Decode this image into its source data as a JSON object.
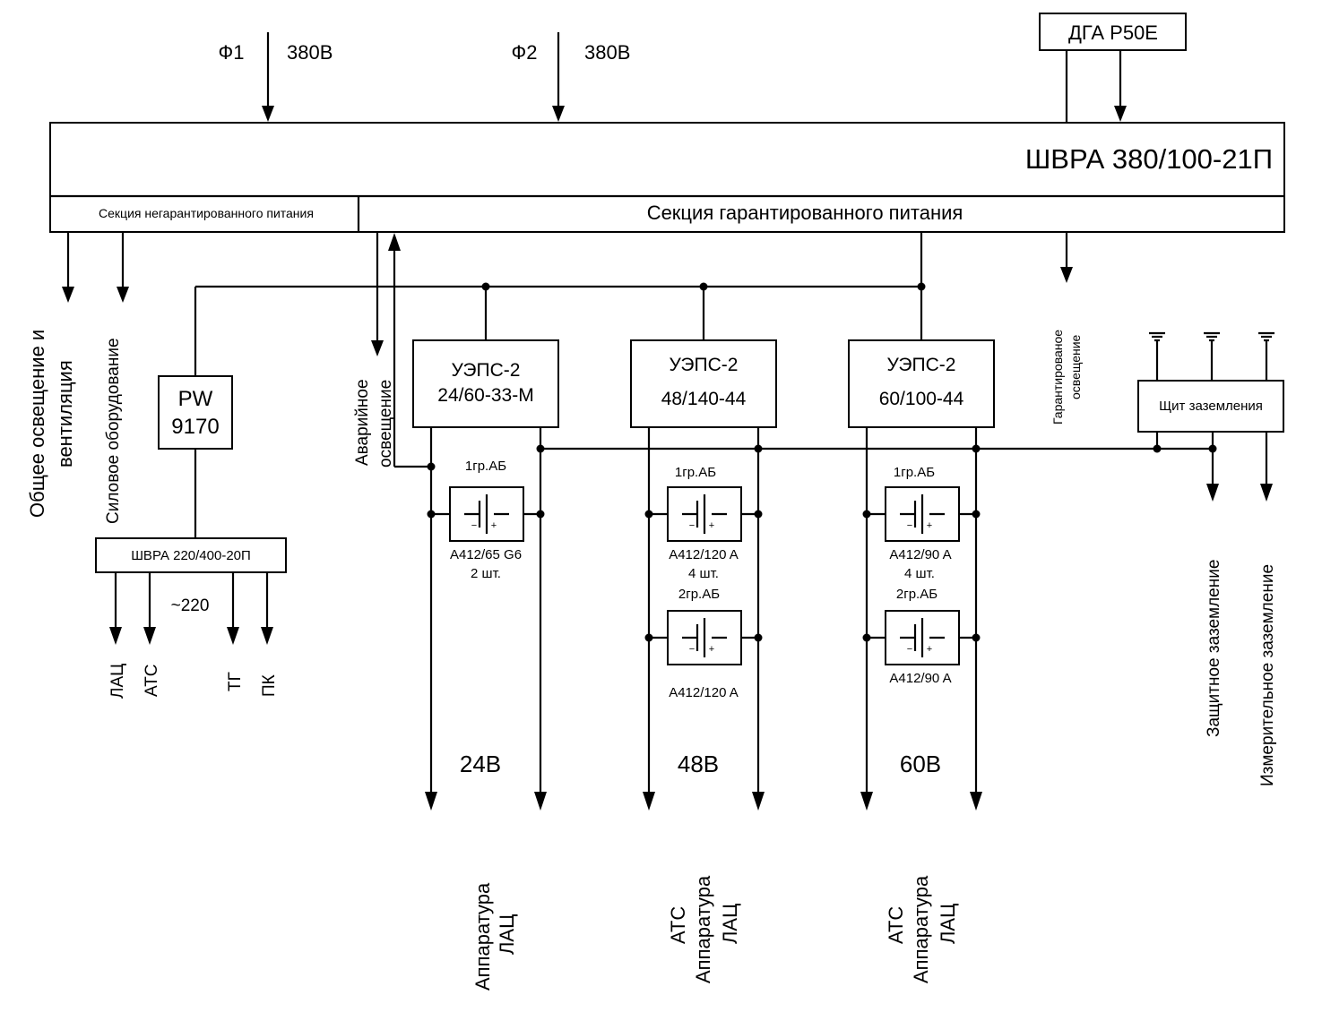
{
  "inputs": {
    "phase1": "Ф1",
    "phase1_voltage": "380В",
    "phase2": "Ф2",
    "phase2_voltage": "380В",
    "generator": "ДГА Р50Е"
  },
  "main_panel": {
    "title": "ШВРА 380/100-21П",
    "section_nonguaranteed": "Секция негарантированного питания",
    "section_guaranteed": "Секция гарантированного питания"
  },
  "outputs_left": {
    "general_light_1": "Общее освещение и",
    "general_light_2": "вентиляция",
    "power_equipment": "Силовое оборудование",
    "emergency_1": "Аварийное",
    "emergency_2": "освещение",
    "guaranteed_light_1": "Гарантированое",
    "guaranteed_light_2": "освещение"
  },
  "inverter": {
    "line1": "PW",
    "line2": "9170"
  },
  "sub_panel": {
    "title": "ШВРА 220/400-20П",
    "voltage": "~220",
    "loads": [
      "ЛАЦ",
      "АТС",
      "ТГ",
      "ПК"
    ]
  },
  "rectifiers": [
    {
      "line1": "УЭПС-2",
      "line2": "24/60-33-М",
      "group1": "1гр.АБ",
      "bat1_model": "A412/65 G6",
      "bat1_qty": "2 шт.",
      "voltage": "24В",
      "consumers": [
        "Аппаратура",
        "ЛАЦ"
      ]
    },
    {
      "line1": "УЭПС-2",
      "line2": "48/140-44",
      "group1": "1гр.АБ",
      "bat1_model": "A412/120 A",
      "bat1_qty": "4 шт.",
      "group2": "2гр.АБ",
      "bat2_model": "A412/120 A",
      "voltage": "48В",
      "consumers": [
        "АТС",
        "Аппаратура",
        "ЛАЦ"
      ]
    },
    {
      "line1": "УЭПС-2",
      "line2": "60/100-44",
      "group1": "1гр.АБ",
      "bat1_model": "A412/90 A",
      "bat1_qty": "4 шт.",
      "group2": "2гр.АБ",
      "bat2_model": "A412/90 A",
      "voltage": "60В",
      "consumers": [
        "АТС",
        "Аппаратура",
        "ЛАЦ"
      ]
    }
  ],
  "grounding": {
    "panel": "Щит заземления",
    "protective": "Защитное заземление",
    "measuring": "Измерительное заземление"
  },
  "battery_symbol": {
    "minus": "−",
    "plus": "+"
  }
}
